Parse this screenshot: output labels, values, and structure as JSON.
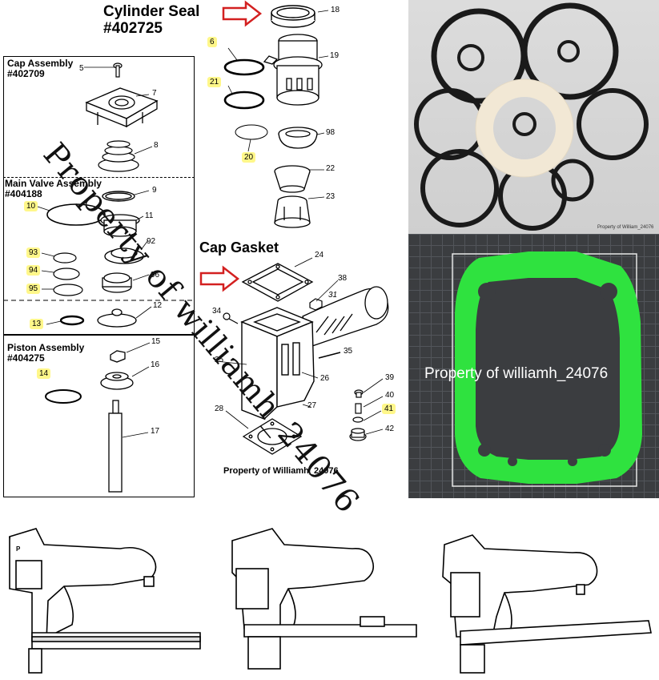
{
  "headings": {
    "cylinder_seal_title": "Cylinder Seal",
    "cylinder_seal_number": "#402725",
    "cap_gasket": "Cap Gasket"
  },
  "assemblies": [
    {
      "title": "Cap Assembly",
      "number": "#402709"
    },
    {
      "title": "Main Valve Assembly",
      "number": "#404188"
    },
    {
      "title": "Piston Assembly",
      "number": "#404275"
    }
  ],
  "callouts": {
    "c5": "5",
    "c7": "7",
    "c8": "8",
    "c9": "9",
    "c10": "10",
    "c11": "11",
    "c92": "92",
    "c93": "93",
    "c94": "94",
    "c95": "95",
    "c96": "96",
    "c12": "12",
    "c13": "13",
    "c15": "15",
    "c16": "16",
    "c14": "14",
    "c17": "17",
    "c18": "18",
    "c6": "6",
    "c19": "19",
    "c21": "21",
    "c98": "98",
    "c20": "20",
    "c22": "22",
    "c23": "23",
    "c24": "24",
    "c38": "38",
    "c31": "31",
    "c34": "34",
    "c25": "25",
    "c35": "35",
    "c26": "26",
    "c39": "39",
    "c40": "40",
    "c41": "41",
    "c27": "27",
    "c28": "28",
    "c42": "42"
  },
  "property_texts": {
    "diagram": "Property of Williamh_24076",
    "photo": "Property of William_24076",
    "gasket": "Property of williamh_24076",
    "watermark": "Property of williamh_24076"
  },
  "colors": {
    "highlight": "#fff78a",
    "arrow": "#d32020",
    "gasket_green": "#2fe23f",
    "cutting_mat": "#3b3d40"
  }
}
